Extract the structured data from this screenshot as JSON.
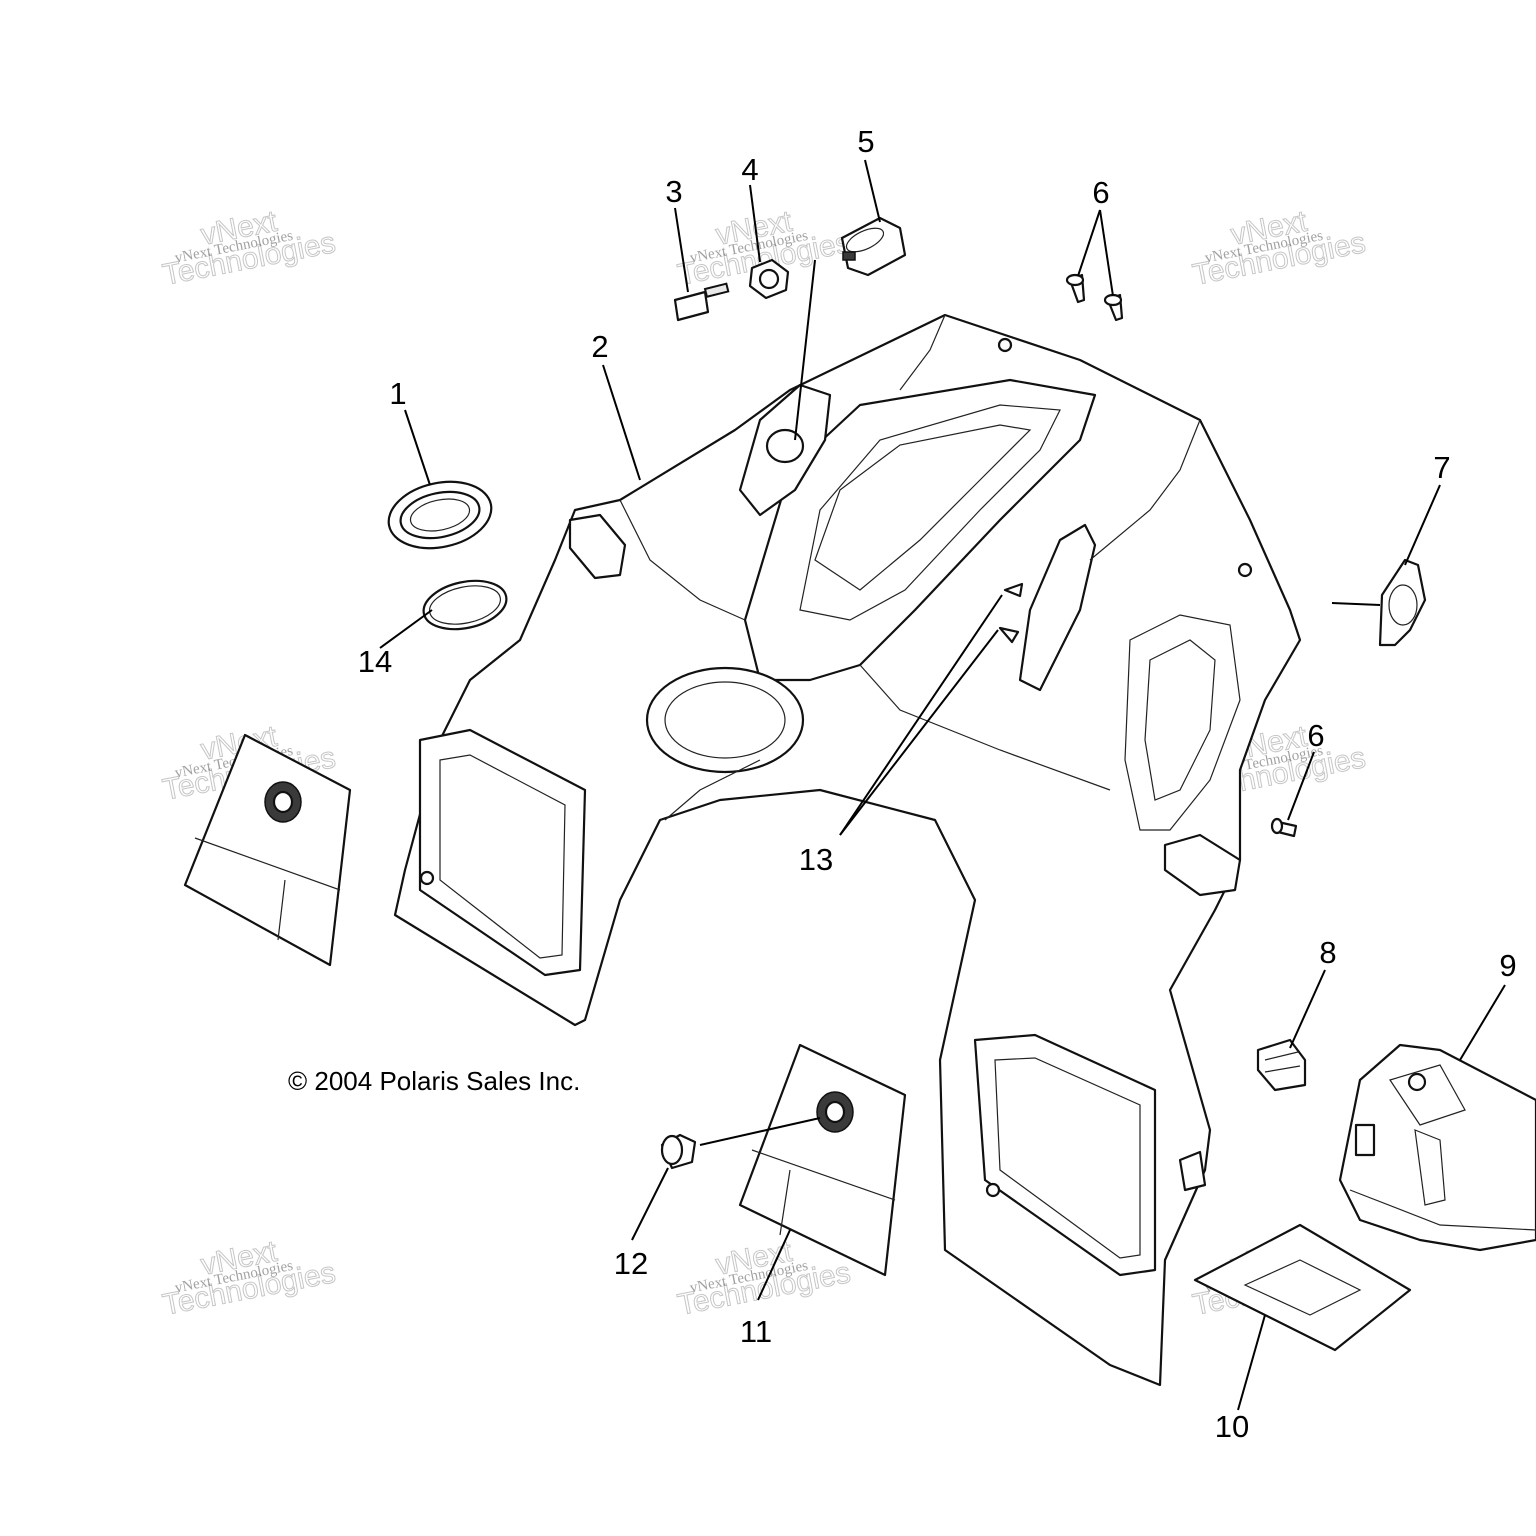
{
  "callouts": [
    {
      "id": "1",
      "label": "1"
    },
    {
      "id": "2",
      "label": "2"
    },
    {
      "id": "3",
      "label": "3"
    },
    {
      "id": "4",
      "label": "4"
    },
    {
      "id": "5",
      "label": "5"
    },
    {
      "id": "6a",
      "label": "6"
    },
    {
      "id": "6b",
      "label": "6"
    },
    {
      "id": "7",
      "label": "7"
    },
    {
      "id": "8",
      "label": "8"
    },
    {
      "id": "9",
      "label": "9"
    },
    {
      "id": "10",
      "label": "10"
    },
    {
      "id": "11",
      "label": "11"
    },
    {
      "id": "12",
      "label": "12"
    },
    {
      "id": "13",
      "label": "13"
    },
    {
      "id": "14",
      "label": "14"
    }
  ],
  "copyright": "© 2004 Polaris Sales Inc.",
  "watermark": {
    "line1": "vNext Technologies",
    "line2": "vNext",
    "line3": "Technologies"
  }
}
